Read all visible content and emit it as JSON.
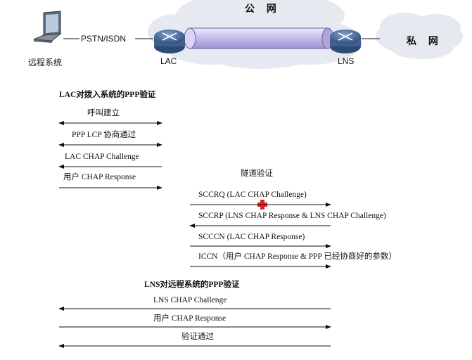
{
  "topology": {
    "remote_system": "远程系统",
    "pstn": "PSTN/ISDN",
    "lac": "LAC",
    "public_network": "公 网",
    "lns": "LNS",
    "private_network": "私 网"
  },
  "phase1": {
    "title": "LAC对拨入系统的PPP验证",
    "steps": [
      "呼叫建立",
      "PPP LCP 协商通过",
      "LAC CHAP Challenge",
      "用户 CHAP Response"
    ]
  },
  "phase2": {
    "title": "隧道验证",
    "steps": [
      "SCCRQ (LAC CHAP Challenge)",
      "SCCRP (LNS CHAP Response & LNS CHAP Challenge)",
      "SCCCN (LAC CHAP Response)",
      "ICCN（用户 CHAP Response & PPP 已经协商好的参数）"
    ]
  },
  "phase3": {
    "title": "LNS对远程系统的PPP验证",
    "steps": [
      "LNS CHAP Challenge",
      "用户 CHAP Response",
      "验证通过"
    ]
  },
  "colors": {
    "cloud": "#e6e9ef",
    "tunnel": "#c9c1ea",
    "router": "#3f5f8f",
    "marker": "#e02020"
  }
}
